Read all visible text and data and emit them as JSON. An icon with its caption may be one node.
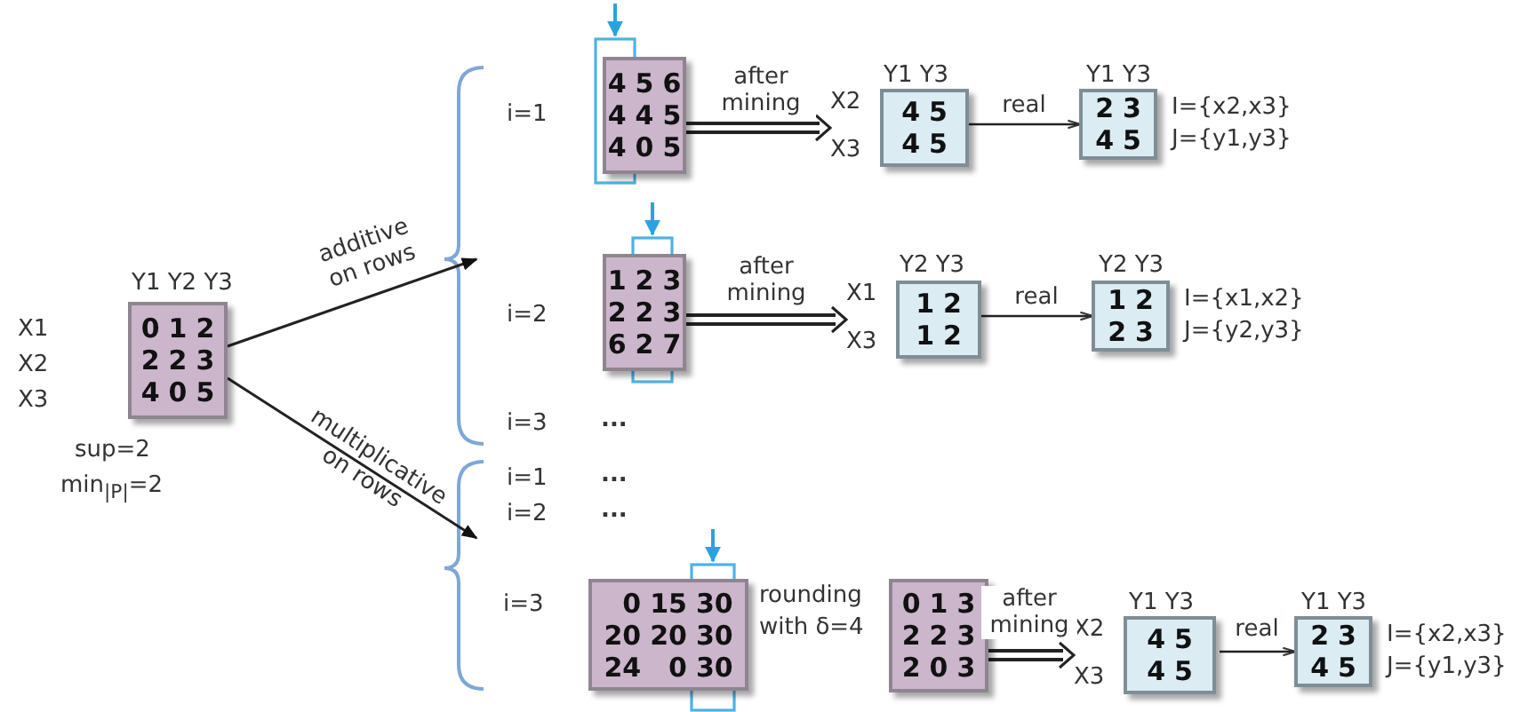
{
  "diagram": {
    "nodes": [
      {
        "text": [
          "0 1 2 2 2 3 4 0 5"
        ],
        "beside": [
          "Y1 Y2 Y3",
          "X1",
          "X2",
          "X3"
        ]
      },
      {
        "text": [
          "4 5 6 4 4 5 4 0 5"
        ]
      },
      {
        "text": [
          "4 5 4 5"
        ],
        "beside": [
          "Y1 Y3",
          "X2",
          "X3"
        ]
      },
      {
        "text": [
          "2 3 4 5"
        ],
        "beside": [
          "Y1 Y3",
          "I={x2,x3}",
          "J={y1,y3}"
        ]
      },
      {
        "text": [
          "1 2 3 2 2 3 6 2 7"
        ]
      },
      {
        "text": [
          "1 2 1 2"
        ],
        "beside": [
          "Y2 Y3",
          "X1",
          "X3"
        ]
      },
      {
        "text": [
          "1 2 2 3"
        ],
        "beside": [
          "Y2 Y3",
          "I={x1,x2}",
          "J={y2,y3}"
        ]
      },
      {
        "text": [
          "0 15 30 20 20 30 24 0 30"
        ]
      },
      {
        "text": [
          "0 1 3 2 2 3 2 0 3"
        ]
      },
      {
        "text": [
          "4 5 4 5"
        ],
        "beside": [
          "Y1 Y3",
          "X2",
          "X3"
        ]
      },
      {
        "text": [
          "2 3 4 5"
        ],
        "beside": [
          "Y1 Y3",
          "I={x2,x3}",
          "J={y1,y3}"
        ]
      }
    ],
    "edges": [
      {
        "from": 0,
        "to": null,
        "arrow": "to",
        "label": "additive on rows"
      },
      {
        "from": 0,
        "to": null,
        "arrow": "to",
        "label": "multiplicative on rows"
      },
      {
        "from": 1,
        "to": 2,
        "arrow": "to",
        "label": "after mining"
      },
      {
        "from": 2,
        "to": 3,
        "arrow": "to",
        "label": "real"
      },
      {
        "from": 4,
        "to": 5,
        "arrow": "to",
        "label": "after mining"
      },
      {
        "from": 5,
        "to": 6,
        "arrow": "to",
        "label": "real"
      },
      {
        "from": 8,
        "to": 9,
        "arrow": "to",
        "label": "after mining"
      },
      {
        "from": 9,
        "to": 10,
        "arrow": "to",
        "label": "real"
      }
    ],
    "labels": [
      "sup=2",
      "min$_{|P|}$=2",
      "i=1",
      "i=2",
      "i=3",
      "...",
      "i=1",
      "...",
      "i=2",
      "...",
      "i=3",
      "rounding with δ=4"
    ]
  }
}
